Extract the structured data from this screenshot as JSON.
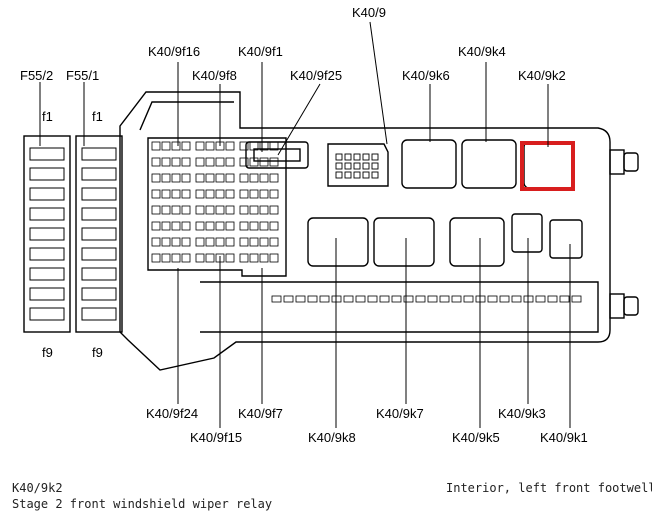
{
  "labels": {
    "k40_9": "K40/9",
    "k40_9f16": "K40/9f16",
    "k40_9f1": "K40/9f1",
    "k40_9f8": "K40/9f8",
    "k40_9f25": "K40/9f25",
    "k40_9k4": "K40/9k4",
    "k40_9k6": "K40/9k6",
    "k40_9k2": "K40/9k2",
    "f55_2": "F55/2",
    "f55_1": "F55/1",
    "f1_left": "f1",
    "f1_right": "f1",
    "f9_left": "f9",
    "f9_right": "f9",
    "k40_9f24": "K40/9f24",
    "k40_9f7": "K40/9f7",
    "k40_9f15": "K40/9f15",
    "k40_9k7": "K40/9k7",
    "k40_9k8": "K40/9k8",
    "k40_9k3": "K40/9k3",
    "k40_9k5": "K40/9k5",
    "k40_9k1": "K40/9k1"
  },
  "caption": {
    "component_code": "K40/9k2",
    "component_description": "Stage 2 front windshield wiper relay",
    "location": "Interior, left front footwell"
  },
  "highlight_color": "#d81e1e"
}
